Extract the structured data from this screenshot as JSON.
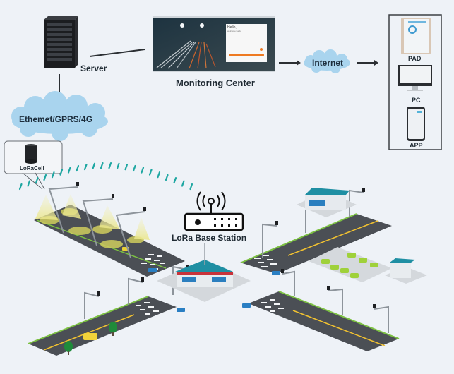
{
  "diagram": {
    "nodes": {
      "server": {
        "label": "Server"
      },
      "monitoring_center": {
        "label": "Monitoring Center",
        "screen": {
          "greeting": "Hello,",
          "subtitle": "welcome back"
        }
      },
      "internet": {
        "label": "Internet"
      },
      "network": {
        "label": "Ethemet/GPRS/4G"
      },
      "loracell": {
        "label": "LoRaCell"
      },
      "base_station": {
        "label": "LoRa Base Station"
      },
      "clients": [
        {
          "label": "PAD"
        },
        {
          "label": "PC"
        },
        {
          "label": "APP"
        }
      ]
    },
    "colors": {
      "background": "#eef2f7",
      "cloud": "#a9d4ee",
      "road": "#4b4f55",
      "road_line": "#f2c230",
      "grass": "#7cc142",
      "light_beam": "#e9e79a",
      "building_roof": "#1f8fa3",
      "signal": "#1ea7a2",
      "car": "#9fd13a"
    },
    "edges": [
      {
        "from": "server",
        "to": "monitoring_center"
      },
      {
        "from": "server",
        "to": "network"
      },
      {
        "from": "monitoring_center",
        "to": "internet"
      },
      {
        "from": "internet",
        "to": "clients"
      },
      {
        "from": "loracell",
        "to": "base_station",
        "type": "wireless"
      }
    ]
  }
}
